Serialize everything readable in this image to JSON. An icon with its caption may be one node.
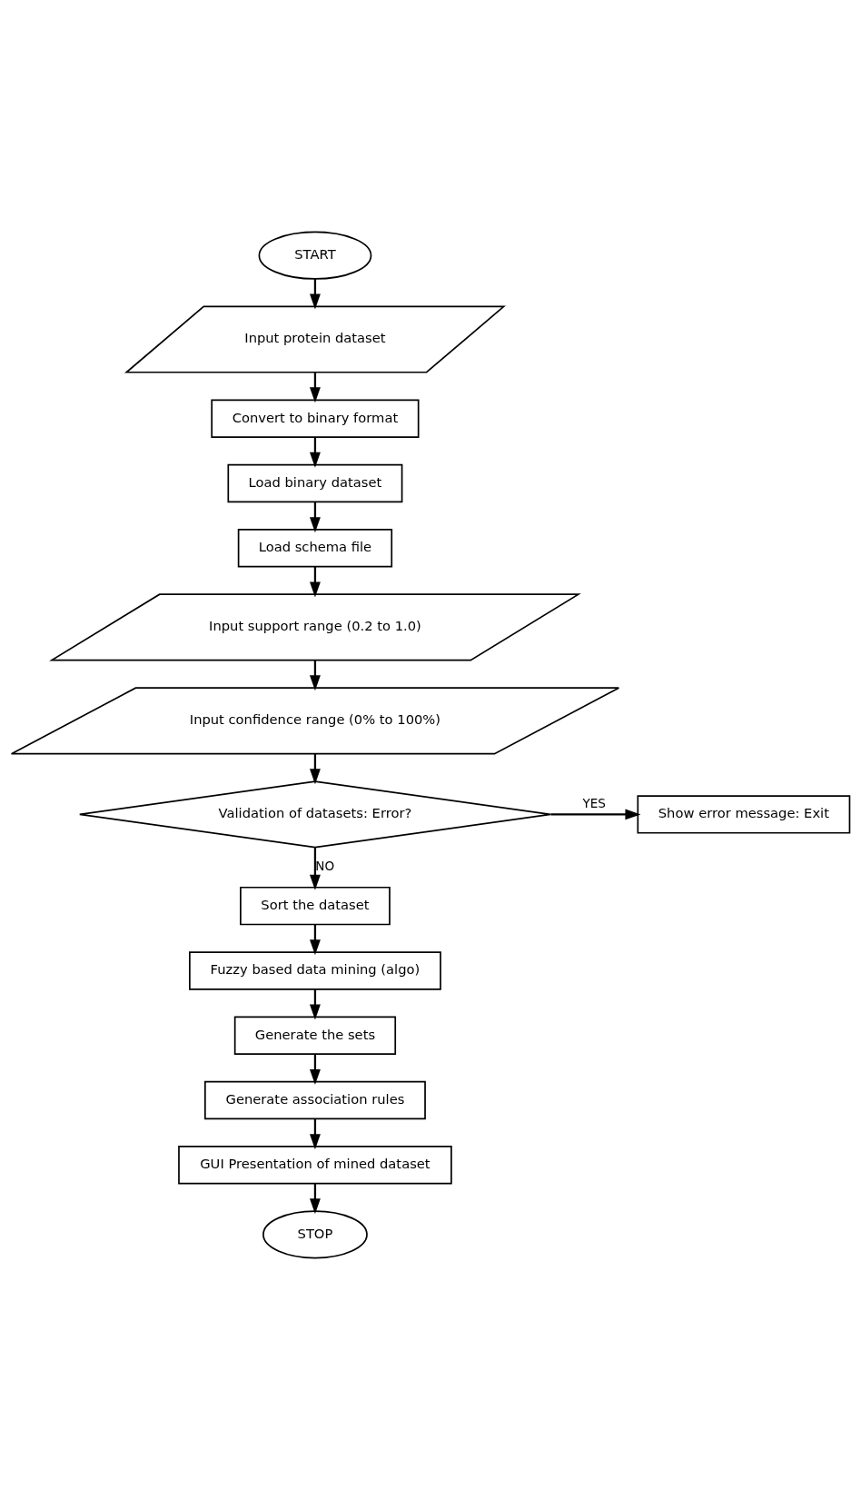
{
  "diagram": {
    "nodes": [
      {
        "text": [
          "START"
        ]
      },
      {
        "text": [
          "Input protein dataset"
        ]
      },
      {
        "text": [
          "Convert to binary format"
        ]
      },
      {
        "text": [
          "Load binary dataset"
        ]
      },
      {
        "text": [
          "Load schema file"
        ]
      },
      {
        "text": [
          "Input support range (0.2 to 1.0)"
        ]
      },
      {
        "text": [
          "Input confidence range (0% to 100%)"
        ]
      },
      {
        "text": [
          "Validation of datasets: Error?"
        ]
      },
      {
        "text": [
          "Show error message: Exit"
        ]
      },
      {
        "text": [
          "Sort the dataset"
        ]
      },
      {
        "text": [
          "Fuzzy based data mining (algo)"
        ]
      },
      {
        "text": [
          "Generate the sets"
        ]
      },
      {
        "text": [
          "Generate association rules"
        ]
      },
      {
        "text": [
          "GUI Presentation of mined dataset"
        ]
      },
      {
        "text": [
          "STOP"
        ]
      }
    ],
    "edges": [
      {
        "from": 0,
        "to": 1,
        "arrow": "to"
      },
      {
        "from": 1,
        "to": 2,
        "arrow": "to"
      },
      {
        "from": 2,
        "to": 3,
        "arrow": "to"
      },
      {
        "from": 3,
        "to": 4,
        "arrow": "to"
      },
      {
        "from": 4,
        "to": 5,
        "arrow": "to"
      },
      {
        "from": 5,
        "to": 6,
        "arrow": "to"
      },
      {
        "from": 6,
        "to": 7,
        "arrow": "to"
      },
      {
        "from": 7,
        "to": 8,
        "label": "YES",
        "arrow": "to"
      },
      {
        "from": 7,
        "to": 9,
        "label": "NO",
        "arrow": "to"
      },
      {
        "from": 9,
        "to": 10,
        "arrow": "to"
      },
      {
        "from": 10,
        "to": 11,
        "arrow": "to"
      },
      {
        "from": 11,
        "to": 12,
        "arrow": "to"
      },
      {
        "from": 12,
        "to": 13,
        "arrow": "to"
      },
      {
        "from": 13,
        "to": 14,
        "arrow": "to"
      }
    ]
  }
}
